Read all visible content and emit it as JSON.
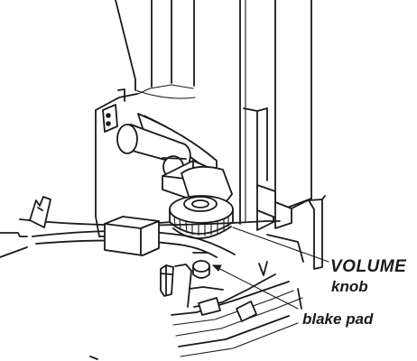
{
  "labels": {
    "volume": "VOLUME",
    "knob": "knob",
    "pad": "blake pad"
  },
  "colors": {
    "ink": "#1a1a1a",
    "paper": "#ffffff"
  }
}
